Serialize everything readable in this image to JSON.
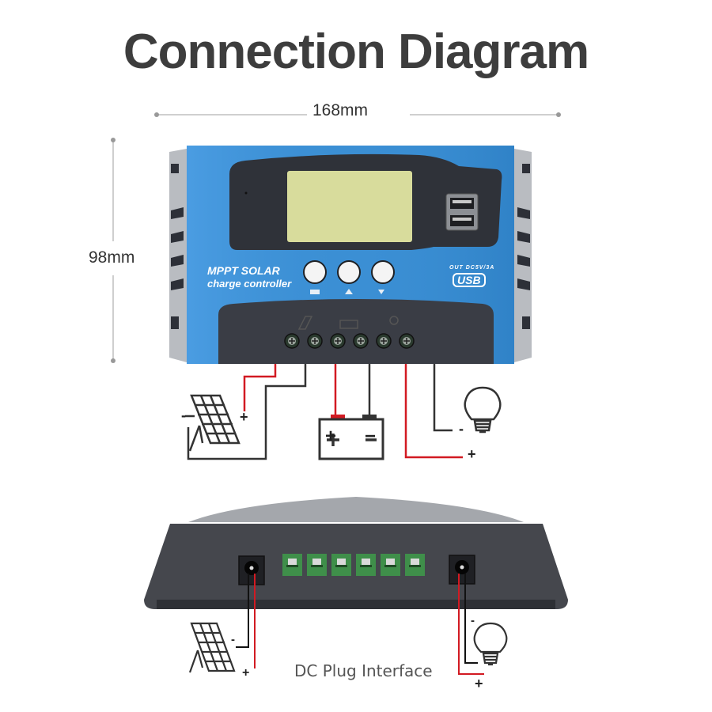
{
  "title": "Connection Diagram",
  "dimensions": {
    "width": "168mm",
    "height": "98mm"
  },
  "controller": {
    "brand_line1": "MPPT SOLAR",
    "brand_line2": "charge controller",
    "usb_spec": "OUT DC5V/3A",
    "usb_label": "USB",
    "buttons": [
      "menu",
      "up",
      "down"
    ],
    "terminal_count": 6,
    "terminal_groups": [
      "solar-panel",
      "battery",
      "load-bulb"
    ]
  },
  "top_wiring": {
    "solar": {
      "plus": "+",
      "minus": "-"
    },
    "battery": {
      "plus": "+",
      "minus": "−"
    },
    "load": {
      "plus": "+",
      "minus": "-"
    }
  },
  "bottom_view": {
    "caption": "DC Plug Interface",
    "solar": {
      "plus": "+",
      "minus": "-"
    },
    "load": {
      "plus": "+",
      "minus": "-"
    },
    "terminal_count": 6
  },
  "colors": {
    "title": "#3d3d3d",
    "case_blue": "#3b8fd4",
    "case_dark": "#3a3d45",
    "lcd": "#d8dc9c",
    "wire_red": "#d21a22",
    "wire_black": "#333333",
    "terminal_green": "#3f8f4a"
  }
}
